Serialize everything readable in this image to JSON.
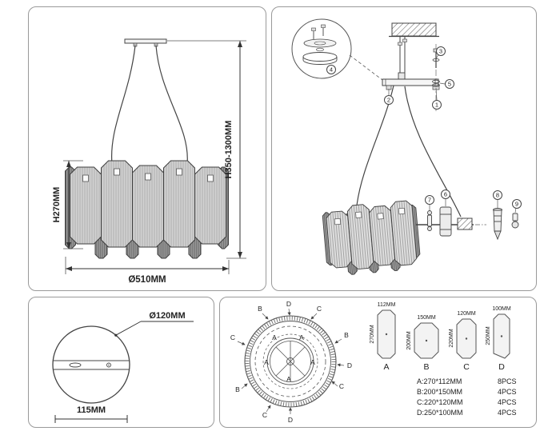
{
  "front_view": {
    "dim_body_height": "H270MM",
    "dim_total_height": "H350-1300MM",
    "dim_diameter": "Ø510MM"
  },
  "assembly": {
    "parts": [
      "1",
      "2",
      "3",
      "4",
      "5",
      "6",
      "7",
      "8",
      "9"
    ]
  },
  "canopy": {
    "dim_diameter": "Ø120MM",
    "dim_width": "115MM"
  },
  "layout_view": {
    "ring_labels": [
      "B",
      "D",
      "C",
      "C",
      "B",
      "A",
      "A",
      "A",
      "A",
      "A",
      "D",
      "B",
      "C",
      "C",
      "D"
    ],
    "panels": [
      {
        "letter": "A",
        "width": "112MM",
        "height": "270MM"
      },
      {
        "letter": "B",
        "width": "150MM",
        "height": "200MM"
      },
      {
        "letter": "C",
        "width": "120MM",
        "height": "220MM"
      },
      {
        "letter": "D",
        "width": "100MM",
        "height": "250MM"
      }
    ],
    "legend": [
      {
        "desc": "A:270*112MM",
        "count": "8PCS"
      },
      {
        "desc": "B:200*150MM",
        "count": "4PCS"
      },
      {
        "desc": "C:220*120MM",
        "count": "4PCS"
      },
      {
        "desc": "D:250*100MM",
        "count": "4PCS"
      }
    ]
  }
}
